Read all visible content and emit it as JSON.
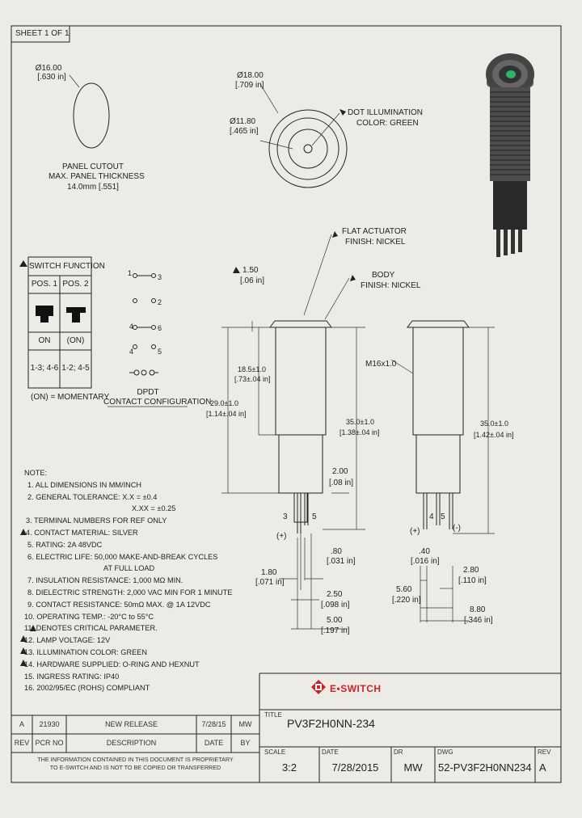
{
  "sheet_label": "SHEET 1 OF 1",
  "panel_cutout": {
    "dia_mm": "Ø16.00",
    "dia_in": "[.630 in]",
    "title": "PANEL CUTOUT",
    "max_thickness_label": "MAX. PANEL THICKNESS",
    "max_thickness_value": "14.0mm [.551]"
  },
  "top_view": {
    "outer_mm": "Ø18.00",
    "outer_in": "[.709 in]",
    "inner_mm": "Ø11.80",
    "inner_in": "[.465 in]",
    "dot_note_1": "DOT ILLUMINATION",
    "dot_note_2": "COLOR: GREEN"
  },
  "switch_function": {
    "title": "SWITCH FUNCTION",
    "col1": "POS. 1",
    "col2": "POS. 2",
    "state1": "ON",
    "state2": "(ON)",
    "contacts1": "1-3; 4-6",
    "contacts2": "1-2; 4-5",
    "legend": "(ON) = MOMENTARY"
  },
  "contact_config": {
    "pins": [
      "1",
      "3",
      "2",
      "4",
      "6",
      "4",
      "5"
    ],
    "title_1": "DPDT",
    "title_2": "CONTACT CONFIGURATION"
  },
  "side_view": {
    "actuator_note_1": "FLAT ACTUATOR",
    "actuator_note_2": "FINISH: NICKEL",
    "body_note_1": "BODY",
    "body_note_2": "FINISH: NICKEL",
    "dim_150": "1.50",
    "dim_150_in": "[.06 in]",
    "dim_185": "18.5±1.0",
    "dim_185_in": "[.73±.04 in]",
    "dim_290": "29.0±1.0",
    "dim_290_in": "[1.14±.04 in]",
    "dim_350": "35.0±1.0",
    "dim_350_in": "[1.38±.04 in]",
    "dim_200": "2.00",
    "dim_200_in": "[.08 in]",
    "dim_080": ".80",
    "dim_080_in": "[.031 in]",
    "dim_180": "1.80",
    "dim_180_in": "[.071 in]",
    "dim_250": "2.50",
    "dim_250_in": "[.098 in]",
    "dim_500": "5.00",
    "dim_500_in": "[.197 in]",
    "pin3": "3",
    "pin5": "5",
    "plus": "(+)"
  },
  "rear_view": {
    "thread": "M16x1.0",
    "dim_350": "35.0±1.0",
    "dim_350_in": "[1.42±.04 in]",
    "dim_040": ".40",
    "dim_040_in": "[.016 in]",
    "dim_280": "2.80",
    "dim_280_in": "[.110 in]",
    "dim_560": "5.60",
    "dim_560_in": "[.220 in]",
    "dim_880": "8.80",
    "dim_880_in": "[.346 in]",
    "pin4": "4",
    "pin5": "5",
    "plus": "(+)",
    "minus": "(-)"
  },
  "notes": {
    "heading": "NOTE:",
    "lines": [
      "1. ALL DIMENSIONS IN MM/INCH",
      "2. GENERAL TOLERANCE: X.X = ±0.4",
      "X.XX = ±0.25",
      "3. TERMINAL NUMBERS FOR REF ONLY",
      "4. CONTACT MATERIAL: SILVER",
      "5. RATING: 2A 48VDC",
      "6. ELECTRIC LIFE: 50,000 MAKE-AND-BREAK CYCLES",
      "AT FULL LOAD",
      "7. INSULATION RESISTANCE: 1,000 MΩ MIN.",
      "8. DIELECTRIC STRENGTH: 2,000 VAC MIN FOR 1 MINUTE",
      "9. CONTACT RESISTANCE: 50mΩ MAX. @ 1A 12VDC",
      "10. OPERATING TEMP.: -20°C to 55°C",
      "11.   DENOTES CRITICAL PARAMETER.",
      "12. LAMP VOLTAGE: 12V",
      "13. ILLUMINATION COLOR: GREEN",
      "14. HARDWARE SUPPLIED: O-RING AND HEXNUT",
      "15. INGRESS RATING: IP40",
      "16. 2002/95/EC (ROHS) COMPLIANT"
    ]
  },
  "revision_table": {
    "row": {
      "rev": "A",
      "pcr": "21930",
      "desc": "NEW RELEASE",
      "date": "7/28/15",
      "by": "MW"
    },
    "headers": {
      "rev": "REV",
      "pcr": "PCR NO",
      "desc": "DESCRIPTION",
      "date": "DATE",
      "by": "BY"
    },
    "proprietary_1": "THE INFORMATION CONTAINED IN THIS DOCUMENT IS PROPRIETARY",
    "proprietary_2": "TO E-SWITCH AND IS NOT TO BE COPIED OR TRANSFERRED"
  },
  "title_block": {
    "logo": "E•SWITCH",
    "title_label": "TITLE",
    "title": "PV3F2H0NN-234",
    "scale_label": "SCALE",
    "scale": "3:2",
    "date_label": "DATE",
    "date": "7/28/2015",
    "dr_label": "DR",
    "dr": "MW",
    "dwg_label": "DWG",
    "dwg": "52-PV3F2H0NN234",
    "rev_label": "REV",
    "rev": "A"
  },
  "colors": {
    "paper": "#ecebe6",
    "ink": "#222222",
    "logo_red": "#cc2229",
    "dot_green": "#2fb36a"
  }
}
